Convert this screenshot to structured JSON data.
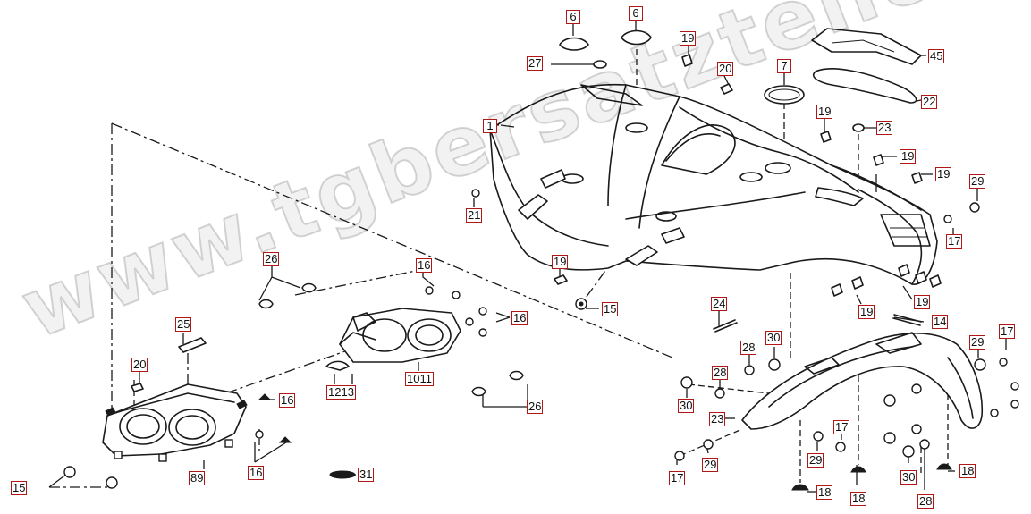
{
  "watermark": "www.tgbersatzteile.de",
  "accent_color": "#b01818",
  "callouts": {
    "c1": "1",
    "c2_3": "23",
    "c4_5": "45",
    "c6a": "6",
    "c6b": "6",
    "c7": "7",
    "c8_9": "89",
    "c10_11": "1011",
    "c12_13": "1213",
    "c14": "14",
    "c15a": "15",
    "c15b": "15",
    "c16a": "16",
    "c16b": "16",
    "c16c": "16",
    "c16d": "16",
    "c17a": "17",
    "c17b": "17",
    "c17c": "17",
    "c17d": "17",
    "c18a": "18",
    "c18b": "18",
    "c18c": "18",
    "c19a": "19",
    "c19b": "19",
    "c19c": "19",
    "c19d": "19",
    "c19e": "19",
    "c19f": "19",
    "c19g": "19",
    "c20a": "20",
    "c20b": "20",
    "c21": "21",
    "c22": "22",
    "c23": "23",
    "c24": "24",
    "c25": "25",
    "c26a": "26",
    "c26b": "26",
    "c27": "27",
    "c28a": "28",
    "c28b": "28",
    "c28c": "28",
    "c29a": "29",
    "c29b": "29",
    "c29c": "29",
    "c29d": "29",
    "c30a": "30",
    "c30b": "30",
    "c30c": "30",
    "c31": "31"
  }
}
